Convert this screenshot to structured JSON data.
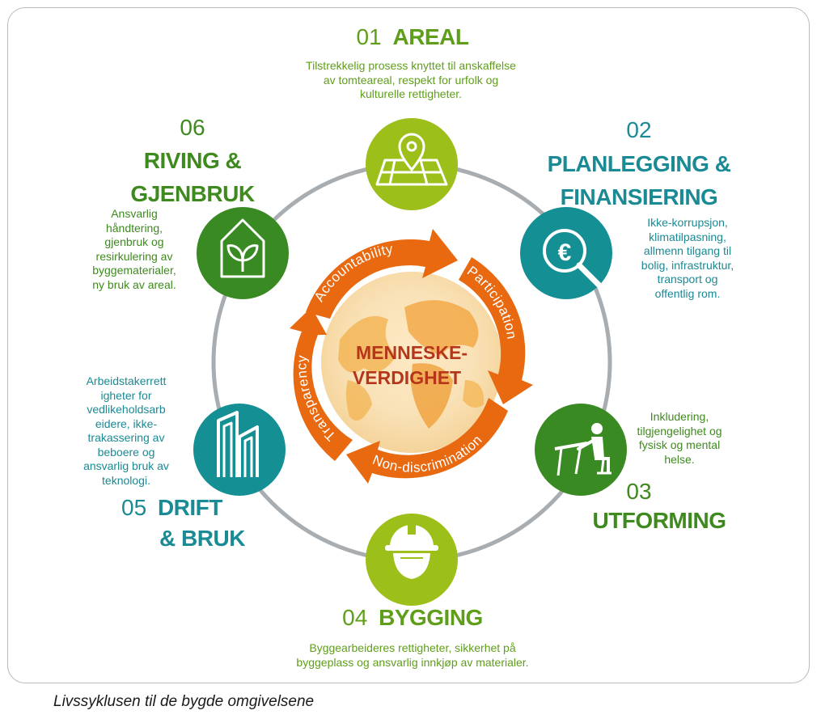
{
  "stages": [
    {
      "number": "01",
      "title": "AREAL",
      "description": "Tilstrekkelig prosess knyttet til anskaffelse av tomteareal, respekt for urfolk og kulturelle rettigheter.",
      "icon": "map-pin-icon",
      "color": "#9cbf1a"
    },
    {
      "number": "02",
      "title_line1": "PLANLEGGING &",
      "title_line2": "FINANSIERING",
      "description": "Ikke-korrupsjon, klimatilpasning, allmenn tilgang til bolig, infrastruktur, transport og offentlig rom.",
      "icon": "euro-magnifier-icon",
      "color": "#148f94"
    },
    {
      "number": "03",
      "title": "UTFORMING",
      "description": "Inkludering, tilgjengelighet og fysisk og mental helse.",
      "icon": "designer-desk-icon",
      "color": "#3a8a23"
    },
    {
      "number": "04",
      "title": "BYGGING",
      "description": "Byggearbeideres rettigheter, sikkerhet på byggeplass og ansvarlig innkjøp av materialer.",
      "icon": "hard-hat-worker-icon",
      "color": "#9cbf1a"
    },
    {
      "number": "05",
      "title_line1": "DRIFT",
      "title_line2": "& BRUK",
      "description": "Arbeidstakerrettigheter for vedlikeholdsarbeidere, ikke-trakassering av beboere og ansvarlig bruk av teknologi.",
      "icon": "buildings-icon",
      "color": "#148f94"
    },
    {
      "number": "06",
      "title_line1": "RIVING &",
      "title_line2": "GJENBRUK",
      "description": "Ansvarlig håndtering, gjenbruk og resirkulering av byggematerialer, ny bruk av areal.",
      "icon": "house-plant-icon",
      "color": "#3a8a23"
    }
  ],
  "desc_lines": {
    "s1": [
      "Tilstrekkelig prosess knyttet til anskaffelse",
      "av tomteareal, respekt for urfolk og",
      "kulturelle rettigheter."
    ],
    "s2": [
      "Ikke-korrupsjon,",
      "klimatilpasning,",
      "allmenn tilgang til",
      "bolig, infrastruktur,",
      "transport og",
      "offentlig rom."
    ],
    "s3": [
      "Inkludering,",
      "tilgjengelighet og",
      "fysisk og mental",
      "helse."
    ],
    "s4": [
      "Byggearbeideres rettigheter, sikkerhet på",
      "byggeplass og ansvarlig innkjøp av materialer."
    ],
    "s5": [
      "Arbeidstakerrett",
      "igheter for",
      "vedlikeholdsarb",
      "eidere, ikke-",
      "trakassering av",
      "beboere og",
      "ansvarlig bruk av",
      "teknologi."
    ],
    "s6": [
      "Ansvarlig",
      "håndtering,",
      "gjenbruk og",
      "resirkulering av",
      "byggematerialer,",
      "ny bruk av areal."
    ]
  },
  "center": {
    "line1": "MENNESKE-",
    "line2": "VERDIGHET",
    "principles": [
      "Accountability",
      "Participation",
      "Non-discrimination",
      "Transparency"
    ]
  },
  "colors": {
    "orange": "#e8690f",
    "ring": "#a8adb2",
    "center_text": "#b5361b"
  },
  "caption": "Livssyklusen til de bygde omgivelsene"
}
